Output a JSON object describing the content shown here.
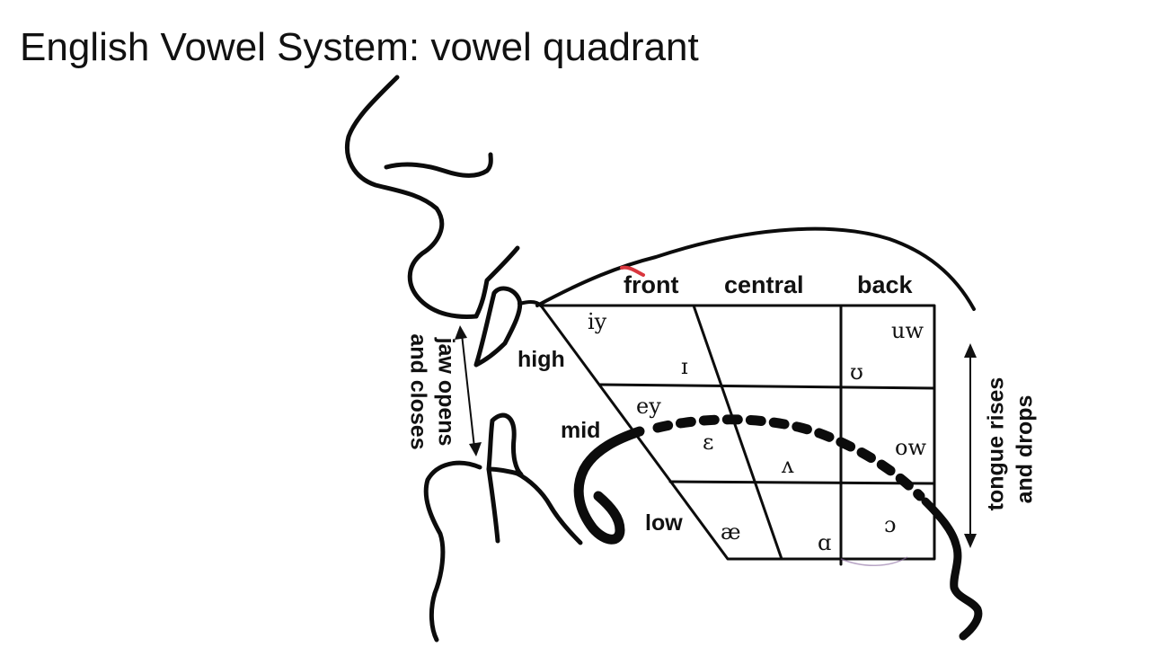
{
  "title": "English Vowel System: vowel quadrant",
  "columns": {
    "front": "front",
    "central": "central",
    "back": "back"
  },
  "rows": {
    "high": "high",
    "mid": "mid",
    "low": "low"
  },
  "vowels": {
    "iy": "iy",
    "ih": "ɪ",
    "uh": "ʊ",
    "uw": "uw",
    "ey": "ey",
    "eh": "ɛ",
    "ah": "ʌ",
    "ow": "ow",
    "ae": "æ",
    "aa": "ɑ",
    "ao": "ɔ"
  },
  "annotations": {
    "jaw_line1": "jaw opens",
    "jaw_line2": "and closes",
    "tongue_line1": "tongue rises",
    "tongue_line2": "and drops"
  },
  "colors": {
    "ink": "#0c0c0c",
    "red_mark": "#d9363e",
    "purple_mark": "#8a6aa0"
  }
}
